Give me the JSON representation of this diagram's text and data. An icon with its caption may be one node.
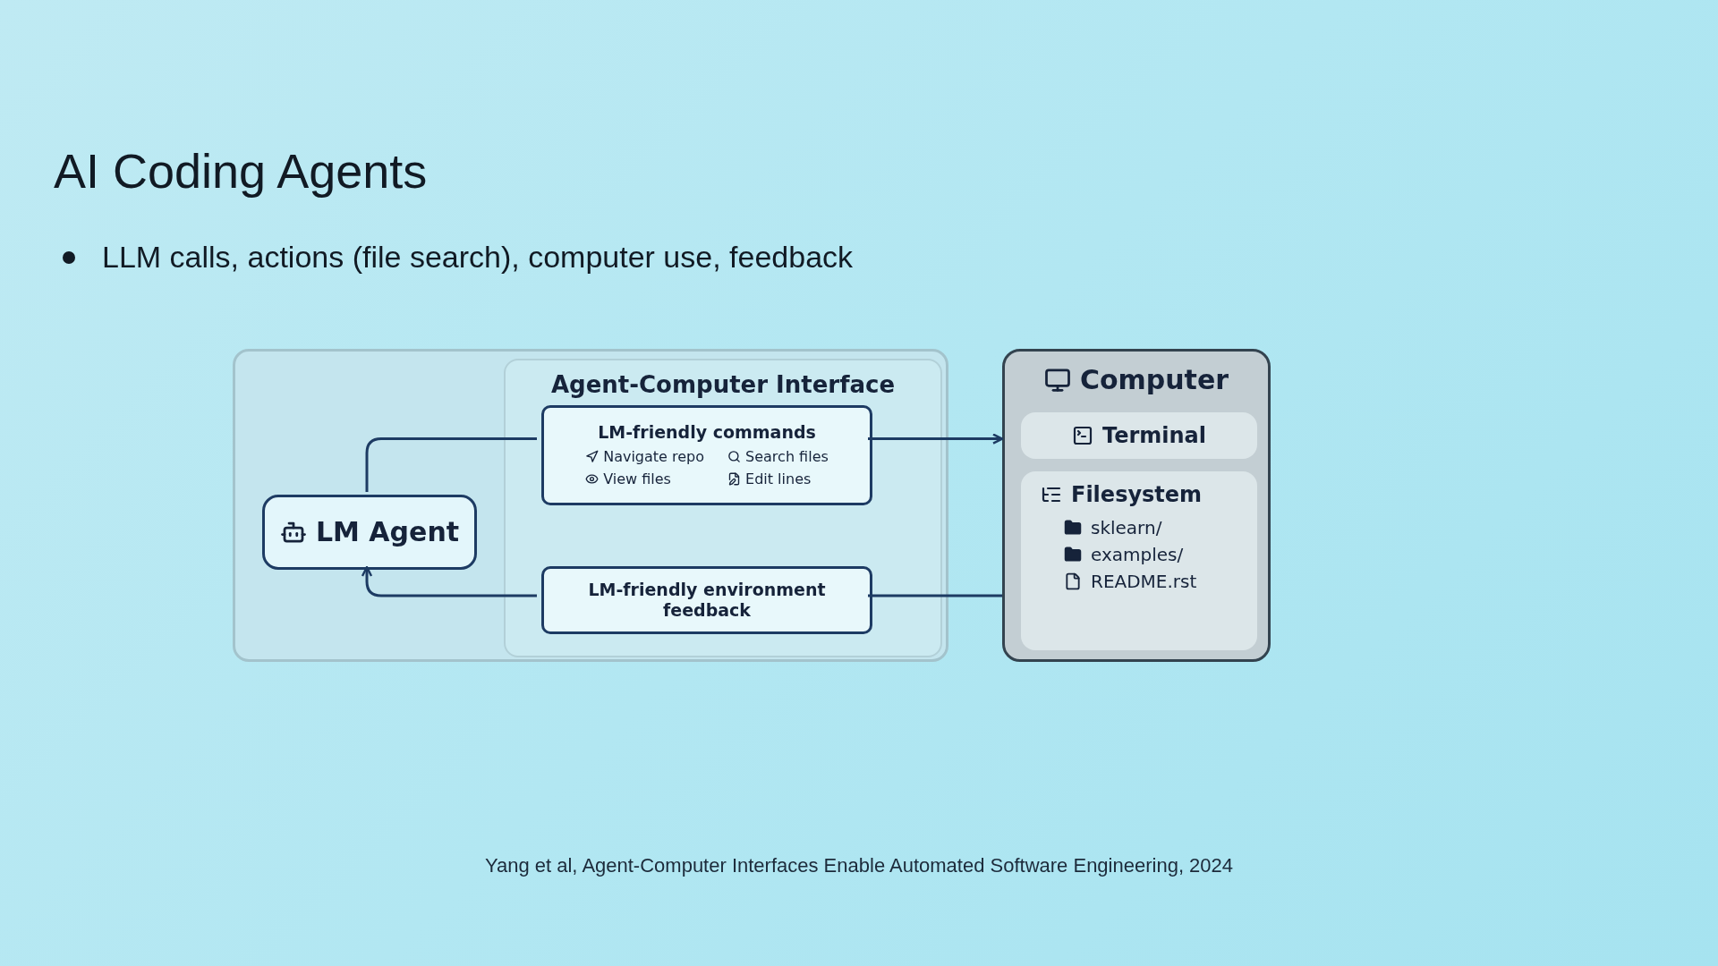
{
  "diagram": {
    "title": "AI Coding Agents",
    "nodes": [
      {
        "text": [],
        "shape": "box"
      },
      {
        "text": [
          "Agent-Computer Interface"
        ],
        "in": 0
      },
      {
        "text": [
          "LM Agent"
        ],
        "in": 0
      },
      {
        "text": [
          "LM-friendly commands",
          "Navigate repo",
          "Search files",
          "View files",
          "Edit lines"
        ],
        "in": 1
      },
      {
        "text": [
          "LM-friendly environment feedback"
        ],
        "in": 1
      },
      {
        "text": [
          "Computer"
        ]
      },
      {
        "text": [
          "Terminal"
        ],
        "in": 5
      },
      {
        "text": [
          "Filesystem",
          "sklearn/",
          "examples/",
          "README.rst"
        ],
        "in": 5
      }
    ],
    "edges": [
      {
        "from": 2,
        "to": 3,
        "arrow": "none"
      },
      {
        "from": 3,
        "to": 5,
        "arrow": "to"
      },
      {
        "from": 5,
        "to": 4,
        "arrow": "none"
      },
      {
        "from": 4,
        "to": 2,
        "arrow": "to"
      }
    ],
    "labels": [
      "LLM calls, actions (file search), computer use, feedback",
      "Yang et al, Agent-Computer Interfaces Enable Automated Software Engineering, 2024"
    ]
  }
}
